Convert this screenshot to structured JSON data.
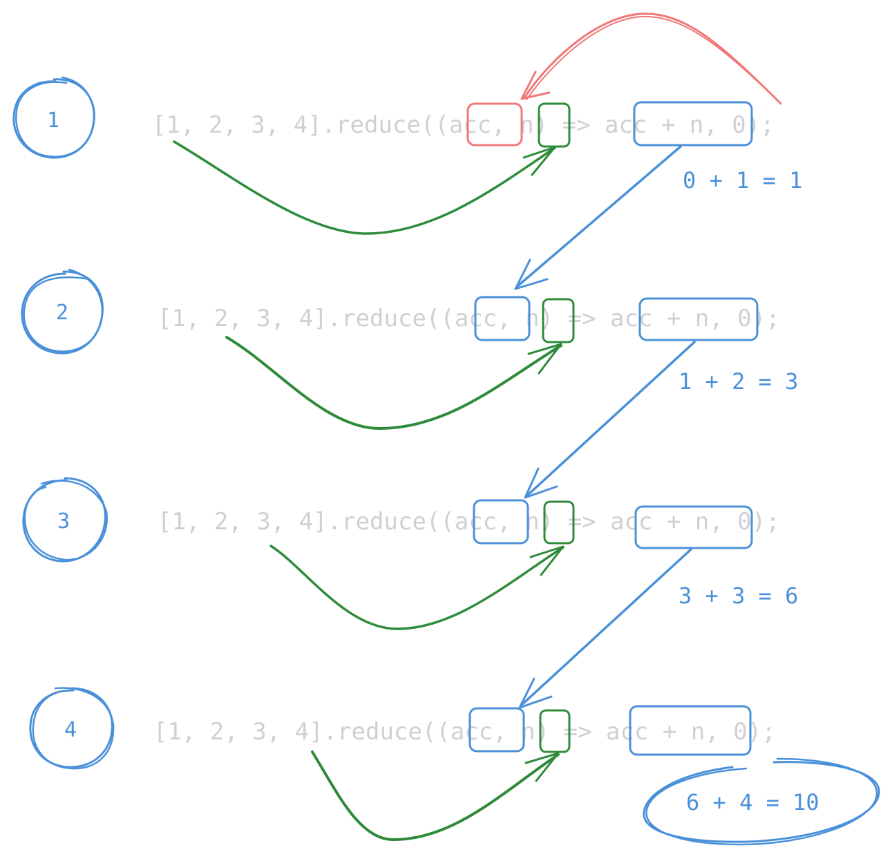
{
  "colors": {
    "code": "#d0d0d0",
    "blue": "#4a90d9",
    "green": "#2e8b3a",
    "red": "#f07878"
  },
  "steps": [
    {
      "number": "1",
      "code": "[1, 2, 3, 4].reduce((acc, n) => acc + n, 0);",
      "equation": "0 + 1 = 1"
    },
    {
      "number": "2",
      "code": "[1, 2, 3, 4].reduce((acc, n) => acc + n, 0);",
      "equation": "1 + 2 = 3"
    },
    {
      "number": "3",
      "code": "[1, 2, 3, 4].reduce((acc, n) => acc + n, 0);",
      "equation": "3 + 3 = 6"
    },
    {
      "number": "4",
      "code": "[1, 2, 3, 4].reduce((acc, n) => acc + n, 0);",
      "equation": "6 + 4 = 10"
    }
  ]
}
